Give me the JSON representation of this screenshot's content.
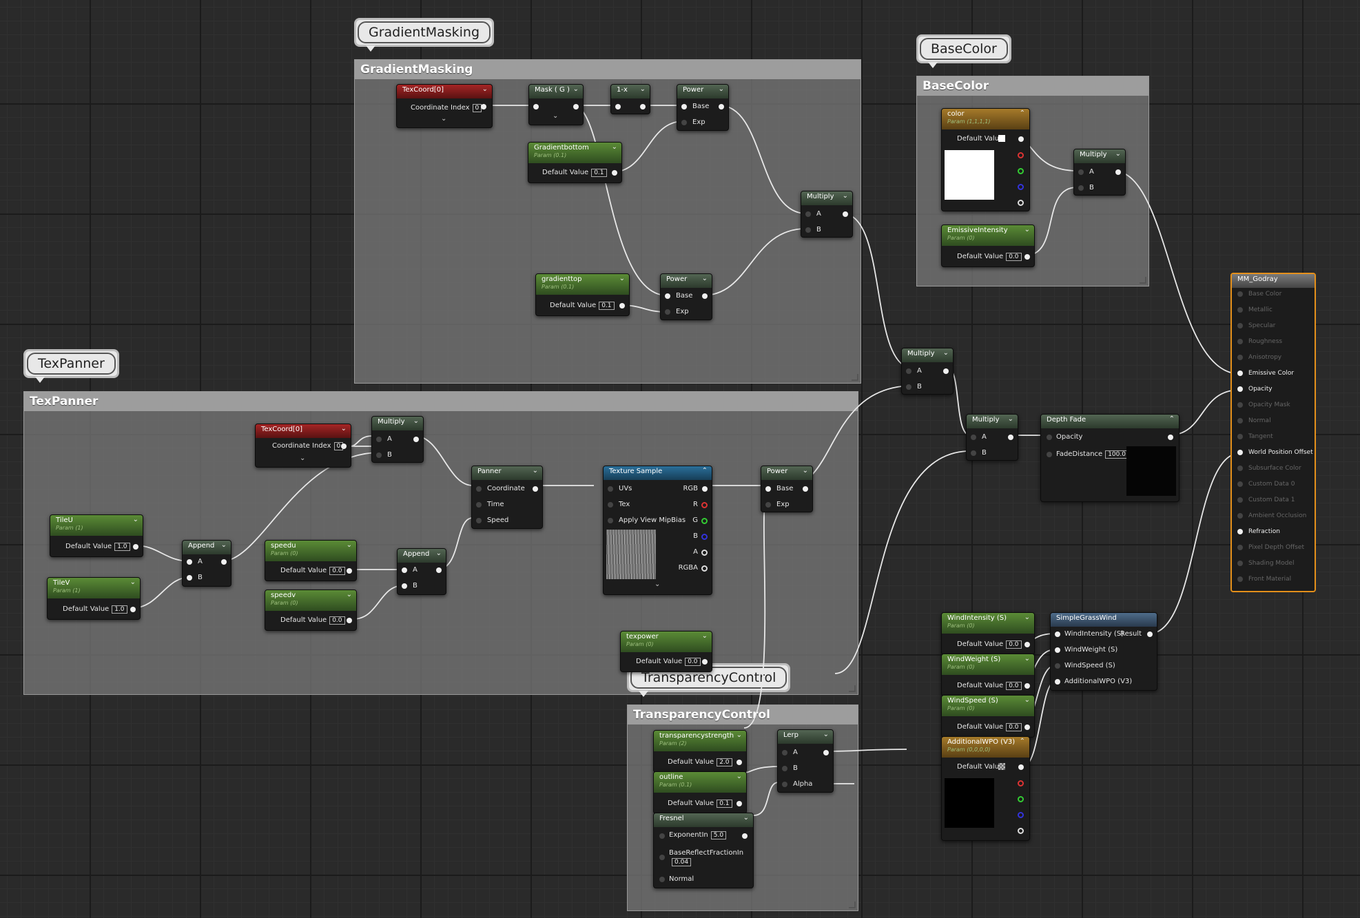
{
  "comments": {
    "gradient_masking": "GradientMasking",
    "base_color": "BaseColor",
    "tex_panner": "TexPanner",
    "transparency_control": "TransparencyControl"
  },
  "nodes": {
    "gm_texcoord": {
      "title": "TexCoord[0]",
      "coord_label": "Coordinate Index",
      "coord_value": "0"
    },
    "gm_mask": {
      "title": "Mask ( G )"
    },
    "gm_oneminus": {
      "title": "1-x"
    },
    "gm_power1": {
      "title": "Power",
      "base": "Base",
      "exp": "Exp"
    },
    "gm_gradientbottom": {
      "title": "Gradientbottom",
      "sub": "Param (0.1)",
      "label": "Default Value",
      "value": "0.1"
    },
    "gm_multiply": {
      "title": "Multiply",
      "a": "A",
      "b": "B"
    },
    "gm_gradienttop": {
      "title": "gradienttop",
      "sub": "Param (0.1)",
      "label": "Default Value",
      "value": "0.1"
    },
    "gm_power2": {
      "title": "Power",
      "base": "Base",
      "exp": "Exp"
    },
    "bc_color": {
      "title": "color",
      "sub": "Param (1,1,1,1)",
      "label": "Default Value"
    },
    "bc_multiply": {
      "title": "Multiply",
      "a": "A",
      "b": "B"
    },
    "bc_emissive": {
      "title": "EmissiveIntensity",
      "sub": "Param (0)",
      "label": "Default Value",
      "value": "0.0"
    },
    "tp_texcoord": {
      "title": "TexCoord[0]",
      "coord_label": "Coordinate Index",
      "coord_value": "0"
    },
    "tp_multiply": {
      "title": "Multiply",
      "a": "A",
      "b": "B"
    },
    "tp_panner": {
      "title": "Panner",
      "coordinate": "Coordinate",
      "time": "Time",
      "speed": "Speed"
    },
    "tp_texsample": {
      "title": "Texture Sample",
      "uvs": "UVs",
      "tex": "Tex",
      "mip": "Apply View MipBias",
      "rgb": "RGB",
      "r": "R",
      "g": "G",
      "b": "B",
      "a": "A",
      "rgba": "RGBA"
    },
    "tp_power": {
      "title": "Power",
      "base": "Base",
      "exp": "Exp"
    },
    "tp_tileu": {
      "title": "TileU",
      "sub": "Param (1)",
      "label": "Default Value",
      "value": "1.0"
    },
    "tp_tilev": {
      "title": "TileV",
      "sub": "Param (1)",
      "label": "Default Value",
      "value": "1.0"
    },
    "tp_append1": {
      "title": "Append",
      "a": "A",
      "b": "B"
    },
    "tp_speedu": {
      "title": "speedu",
      "sub": "Param (0)",
      "label": "Default Value",
      "value": "0.0"
    },
    "tp_speedv": {
      "title": "speedv",
      "sub": "Param (0)",
      "label": "Default Value",
      "value": "0.0"
    },
    "tp_append2": {
      "title": "Append",
      "a": "A",
      "b": "B"
    },
    "tp_texpower": {
      "title": "texpower",
      "sub": "Param (0)",
      "label": "Default Value",
      "value": "0.0"
    },
    "mid_multiply1": {
      "title": "Multiply",
      "a": "A",
      "b": "B"
    },
    "mid_multiply2": {
      "title": "Multiply",
      "a": "A",
      "b": "B"
    },
    "depth_fade": {
      "title": "Depth Fade",
      "opacity": "Opacity",
      "fade_label": "FadeDistance",
      "fade_value": "100.0"
    },
    "tc_strength": {
      "title": "transparencystrength",
      "sub": "Param (2)",
      "label": "Default Value",
      "value": "2.0"
    },
    "tc_outline": {
      "title": "outline",
      "sub": "Param (0.1)",
      "label": "Default Value",
      "value": "0.1"
    },
    "tc_fresnel": {
      "title": "Fresnel",
      "exp_label": "ExponentIn",
      "exp_value": "5.0",
      "base_label": "BaseReflectFractionIn",
      "base_value": "0.04",
      "normal": "Normal"
    },
    "tc_lerp": {
      "title": "Lerp",
      "a": "A",
      "b": "B",
      "alpha": "Alpha"
    },
    "wind_intensity": {
      "title": "WindIntensity (S)",
      "sub": "Param (0)",
      "label": "Default Value",
      "value": "0.0"
    },
    "wind_weight": {
      "title": "WindWeight (S)",
      "sub": "Param (0)",
      "label": "Default Value",
      "value": "0.0"
    },
    "wind_speed": {
      "title": "WindSpeed (S)",
      "sub": "Param (0)",
      "label": "Default Value",
      "value": "0.0"
    },
    "additional_wpo": {
      "title": "AdditionalWPO (V3)",
      "sub": "Param (0,0,0,0)",
      "label": "Default Value"
    },
    "simple_grass_wind": {
      "title": "SimpleGrassWind",
      "in1": "WindIntensity (S)",
      "in2": "WindWeight (S)",
      "in3": "WindSpeed (S)",
      "in4": "AdditionalWPO (V3)",
      "result": "Result"
    }
  },
  "output_node": {
    "title": "MM_Godray",
    "pins": [
      {
        "label": "Base Color",
        "active": false
      },
      {
        "label": "Metallic",
        "active": false
      },
      {
        "label": "Specular",
        "active": false
      },
      {
        "label": "Roughness",
        "active": false
      },
      {
        "label": "Anisotropy",
        "active": false
      },
      {
        "label": "Emissive Color",
        "active": true
      },
      {
        "label": "Opacity",
        "active": true
      },
      {
        "label": "Opacity Mask",
        "active": false
      },
      {
        "label": "Normal",
        "active": false
      },
      {
        "label": "Tangent",
        "active": false
      },
      {
        "label": "World Position Offset",
        "active": true
      },
      {
        "label": "Subsurface Color",
        "active": false
      },
      {
        "label": "Custom Data 0",
        "active": false
      },
      {
        "label": "Custom Data 1",
        "active": false
      },
      {
        "label": "Ambient Occlusion",
        "active": false
      },
      {
        "label": "Refraction",
        "active": true
      },
      {
        "label": "Pixel Depth Offset",
        "active": false
      },
      {
        "label": "Shading Model",
        "active": false
      },
      {
        "label": "Front Material",
        "active": false
      }
    ]
  },
  "colors": {
    "accent_output": "#e5901a",
    "param_green": "#4f7d2e",
    "texcoord_red": "#9b2020",
    "texture_blue": "#2a6f9a",
    "vector_gold": "#a67b2a"
  },
  "icons": {
    "collapse": "chevron-down-icon",
    "expand": "chevron-up-icon"
  }
}
